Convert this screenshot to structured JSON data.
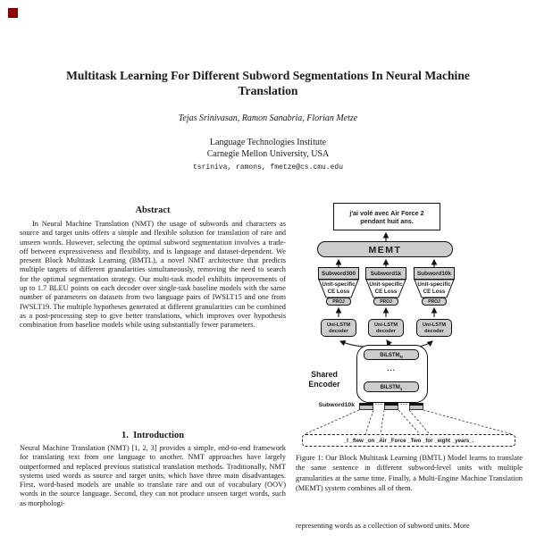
{
  "page": {
    "marker_color": "#8b0000"
  },
  "header": {
    "title": "Multitask Learning For Different Subword Segmentations In Neural Machine Translation",
    "authors": "Tejas Srinivasan, Ramon Sanabria, Florian Metze",
    "affiliation_line1": "Language Technologies Institute",
    "affiliation_line2": "Carnegie Mellon University, USA",
    "email": "tsriniva, ramons, fmetze@cs.cmu.edu"
  },
  "abstract": {
    "heading": "Abstract",
    "body": "In Neural Machine Translation (NMT) the usage of subwords and characters as source and target units offers a simple and flexible solution for translation of rare and unseen words. However, selecting the optimal subword segmentation involves a trade-off between expressiveness and flexibility, and is language and dataset-dependent. We present Block Multitask Learning (BMTL), a novel NMT architecture that predicts multiple targets of different granularities simultaneously, removing the need to search for the optimal segmentation strategy. Our multi-task model exhibits improvements of up to 1.7 BLEU points on each decoder over single-task baseline models with the same number of parameters on datasets from two language pairs of IWSLT15 and one from IWSLT19. The multiple hypotheses generated at different granularities can be combined as a post-processing step to give better translations, which improves over hypothesis combination from baseline models while using substantially fewer parameters."
  },
  "introduction": {
    "heading": "1.  Introduction",
    "body": "Neural Machine Translation (NMT) [1, 2, 3] provides a simple, end-to-end framework for translating text from one language to another. NMT approaches have largely outperformed and replaced previous statistical translation methods. Traditionally, NMT systems used words as source and target units, which have three main disadvantages. First, word-based models are unable to translate rare and out of vocabulary (OOV) words in the source language. Second, they can not produce unseen target words, such as morphologi-"
  },
  "figure": {
    "output_line1": "j'ai volé avec Air Force 2",
    "output_line2": "pendant huit ans.",
    "memt": "MEMT",
    "branches": [
      {
        "subword": "Subword300",
        "loss_line1": "Unit-specific",
        "loss_line2": "CE Loss",
        "proj": "PROJ",
        "decoder_line1": "Uni-LSTM",
        "decoder_line2": "decoder"
      },
      {
        "subword": "Subword1k",
        "loss_line1": "Unit-specific",
        "loss_line2": "CE Loss",
        "proj": "PROJ",
        "decoder_line1": "Uni-LSTM",
        "decoder_line2": "decoder"
      },
      {
        "subword": "Subword10k",
        "loss_line1": "Unit-specific",
        "loss_line2": "CE Loss",
        "proj": "PROJ",
        "decoder_line1": "Uni-LSTM",
        "decoder_line2": "decoder"
      }
    ],
    "shared_encoder_line1": "Shared",
    "shared_encoder_line2": "Encoder",
    "bilstm_top_base": "BiLSTM",
    "bilstm_top_sub": "N",
    "bilstm_bottom_base": "BiLSTM",
    "bilstm_bottom_sub": "1",
    "stack_dots": "...",
    "embedding_dots": "...",
    "input_label": "Subword10k",
    "input_sentence": "_I  _flew  _on  _Air  _Force  _Two  _for  _eight  _years_.",
    "caption": "Figure 1:  Our Block Multitask Learning (BMTL) Model learns to translate the same sentence in different subword-level units with multiple granularities at the same time. Finally, a Multi-Engine Machine Translation (MEMT) system combines all of them."
  },
  "right_column_bottom": "representing words as a collection of subword units. More"
}
